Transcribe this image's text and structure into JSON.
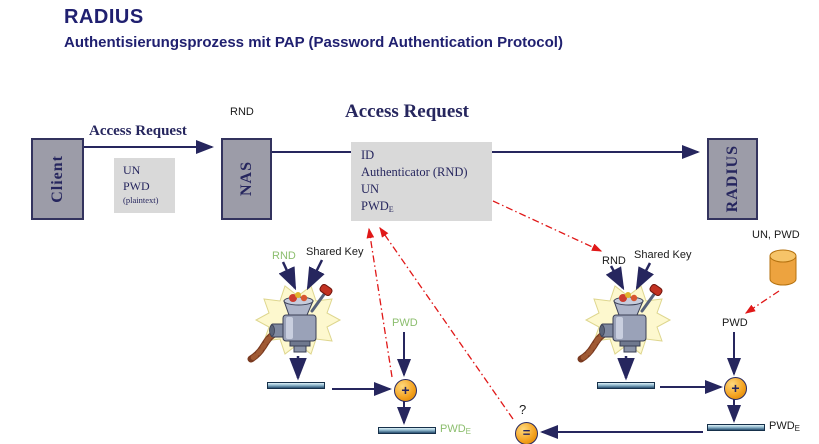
{
  "header": {
    "title": "RADIUS",
    "subtitle": "Authentisierungsprozess mit PAP (Password Authentication Protocol)"
  },
  "entities": {
    "client": "Client",
    "nas": "NAS",
    "radius": "RADIUS"
  },
  "flow": {
    "access_request_client_nas": "Access Request",
    "rnd_at_nas": "RND",
    "access_request_nas_radius": "Access Request"
  },
  "credentials_box": {
    "un": "UN",
    "pwd": "PWD",
    "note": "(plaintext)"
  },
  "packet_box": {
    "id": "ID",
    "authenticator": "Authenticator (RND)",
    "un": "UN",
    "pwd_base": "PWD",
    "pwd_sub": "E"
  },
  "nas_crypto": {
    "rnd": "RND",
    "shared_key": "Shared Key",
    "pwd": "PWD",
    "pwd_e_base": "PWD",
    "pwd_e_sub": "E",
    "plus": "+"
  },
  "radius_crypto": {
    "rnd": "RND",
    "shared_key": "Shared Key",
    "pwd": "PWD",
    "pwd_e_base": "PWD",
    "pwd_e_sub": "E",
    "plus": "+",
    "store_label": "UN, PWD"
  },
  "comparison": {
    "question": "?",
    "equals": "="
  },
  "icons": {
    "nas_grinder": "meat-grinder-encryption",
    "radius_grinder": "meat-grinder-encryption",
    "user_store": "database-cylinder"
  },
  "colors": {
    "heading": "#202070",
    "navy": "#26265e",
    "green": "#8cbe6e",
    "red": "#e01818",
    "orange": "#f3a01c",
    "gray_box": "#9c9ca8",
    "light_box": "#d9d9d9"
  }
}
